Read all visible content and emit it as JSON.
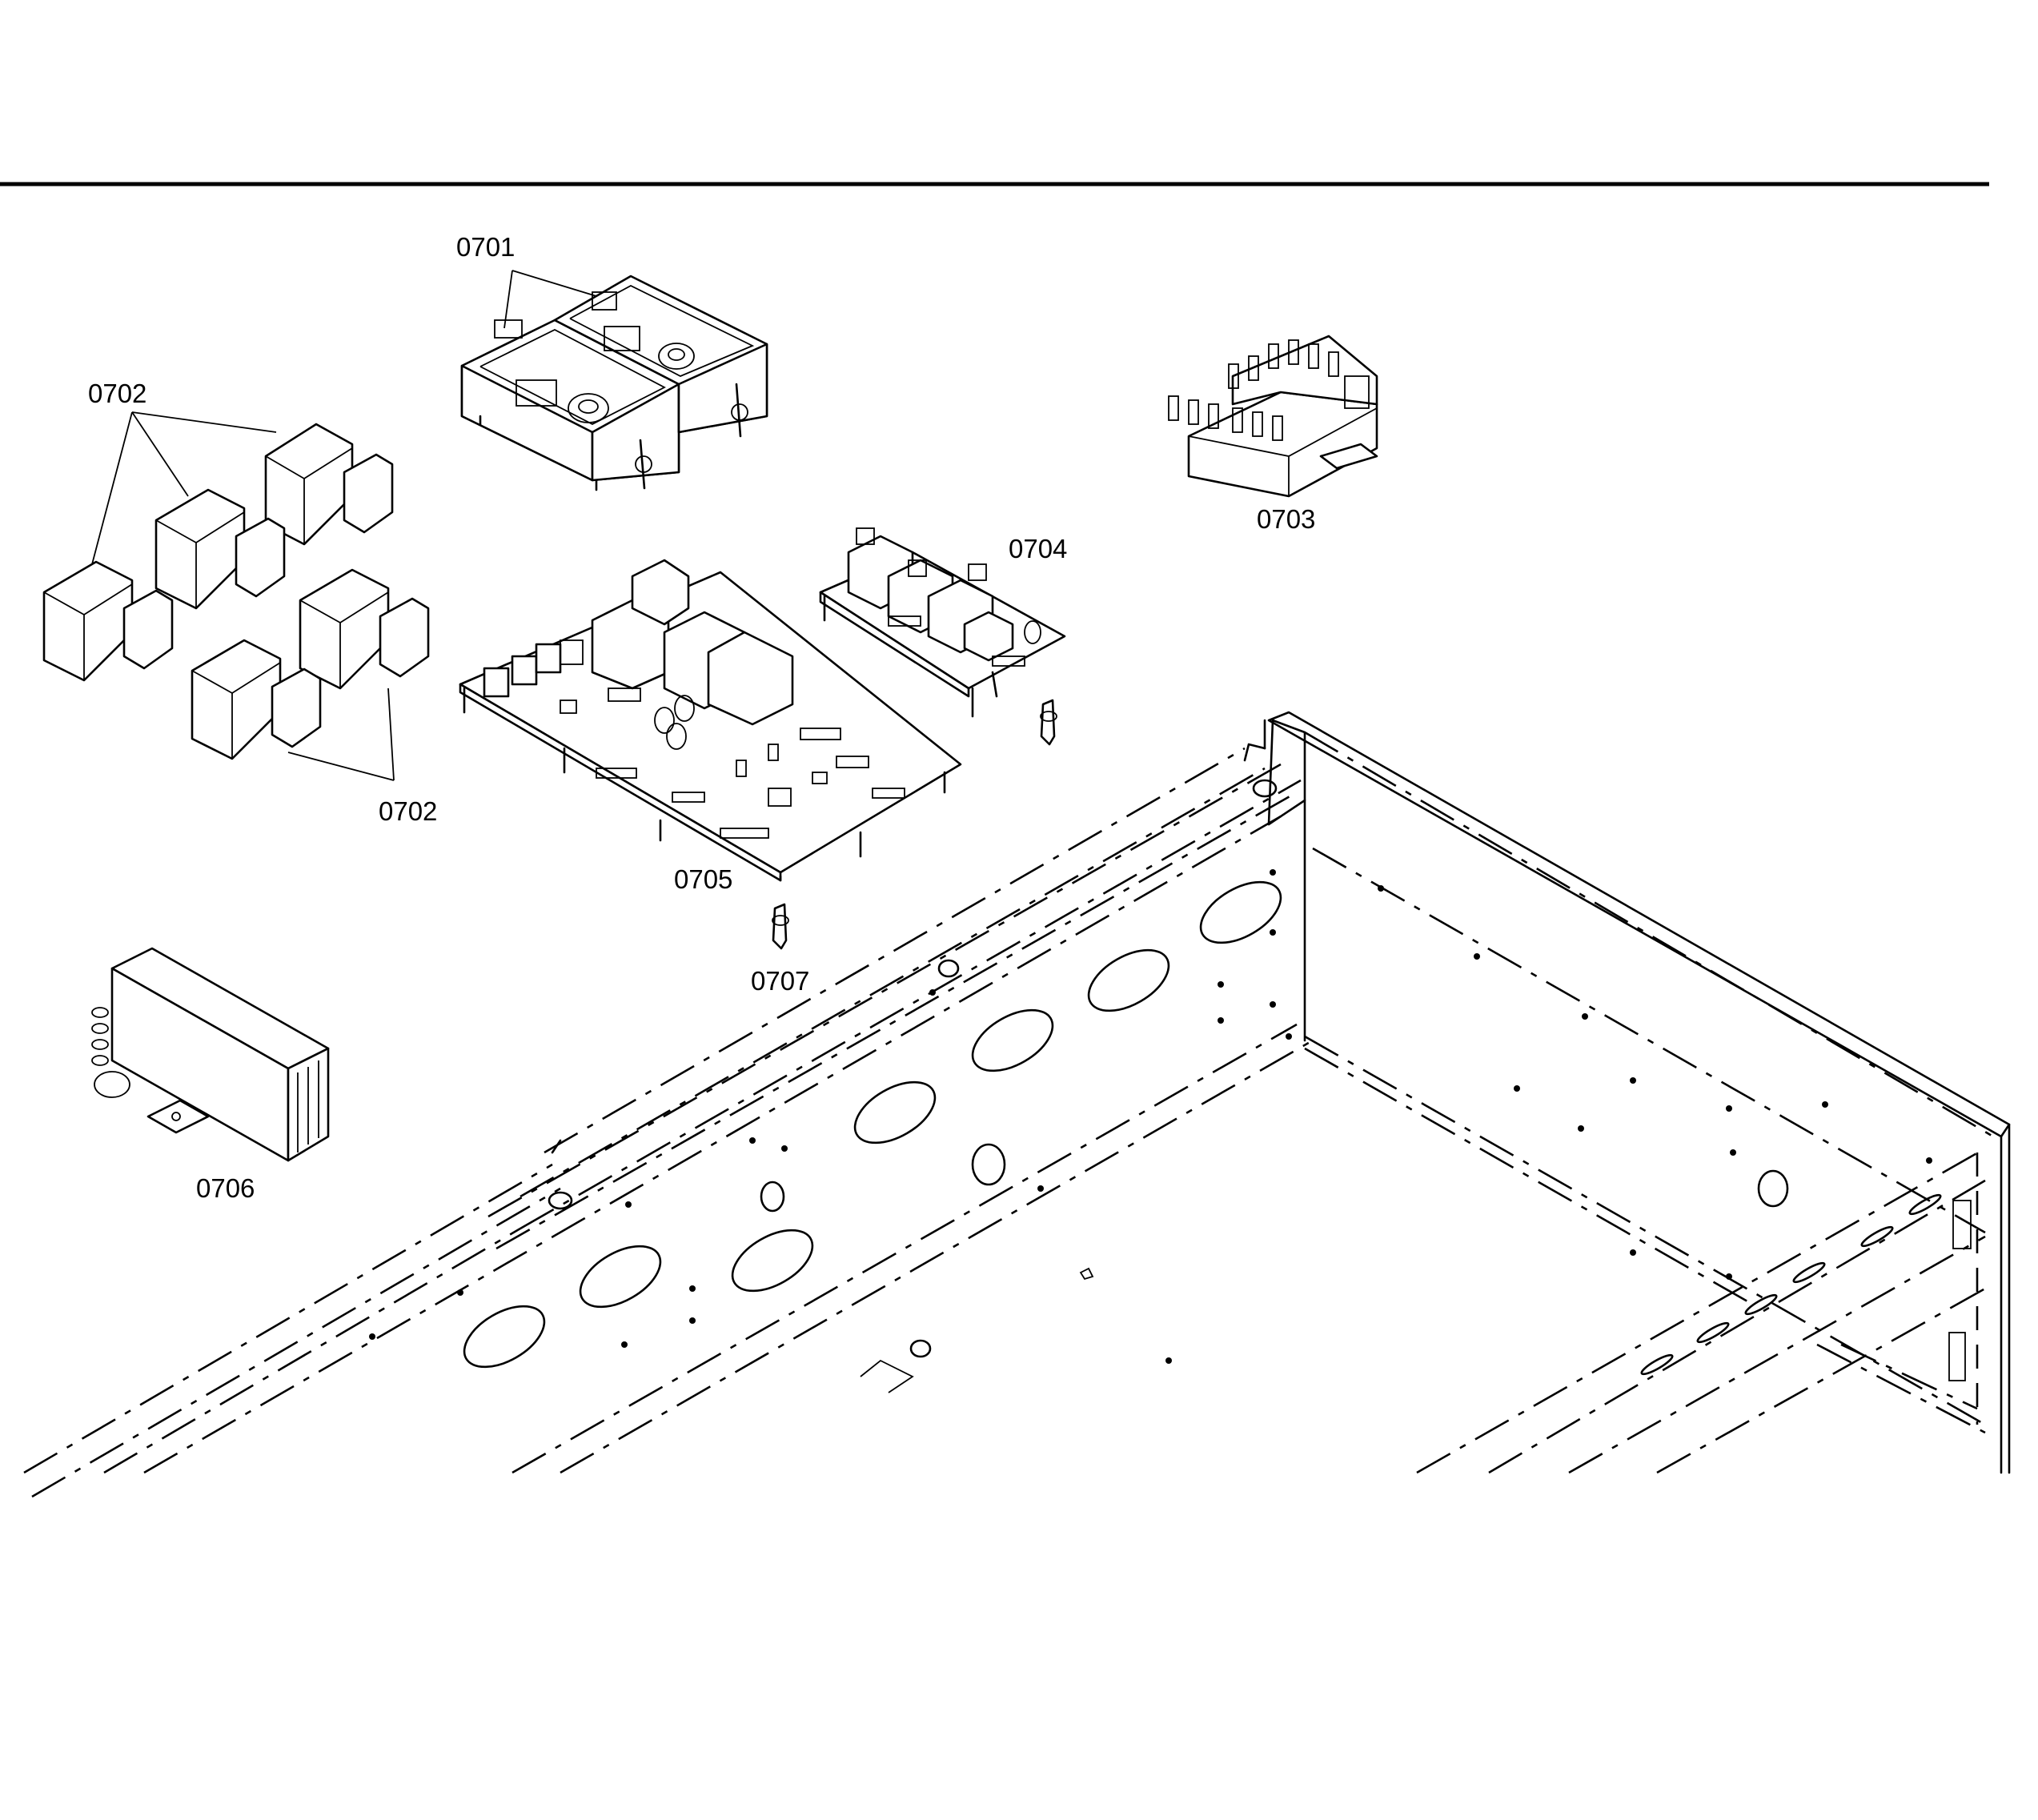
{
  "labels": {
    "p0701": "0701",
    "p0702a": "0702",
    "p0702b": "0702",
    "p0703": "0703",
    "p0704": "0704",
    "p0705": "0705",
    "p0706": "0706",
    "p0707": "0707"
  },
  "colors": {
    "line": "#000000",
    "background": "#ffffff"
  }
}
